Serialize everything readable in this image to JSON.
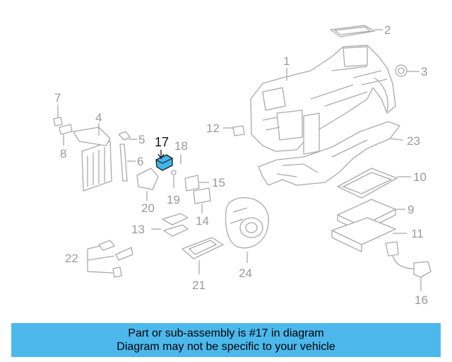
{
  "diagram": {
    "highlighted_part": "17",
    "callouts": [
      "1",
      "2",
      "3",
      "4",
      "5",
      "6",
      "7",
      "8",
      "9",
      "10",
      "11",
      "12",
      "13",
      "14",
      "15",
      "16",
      "17",
      "18",
      "19",
      "20",
      "21",
      "22",
      "23",
      "24"
    ]
  },
  "banner": {
    "line1": "Part or sub-assembly is #17 in diagram",
    "line2": "Diagram may not be specific to your vehicle",
    "color": "#4cb8ec"
  },
  "colors": {
    "highlight": "#3fb6e8",
    "linework": "#a9a9a9"
  }
}
